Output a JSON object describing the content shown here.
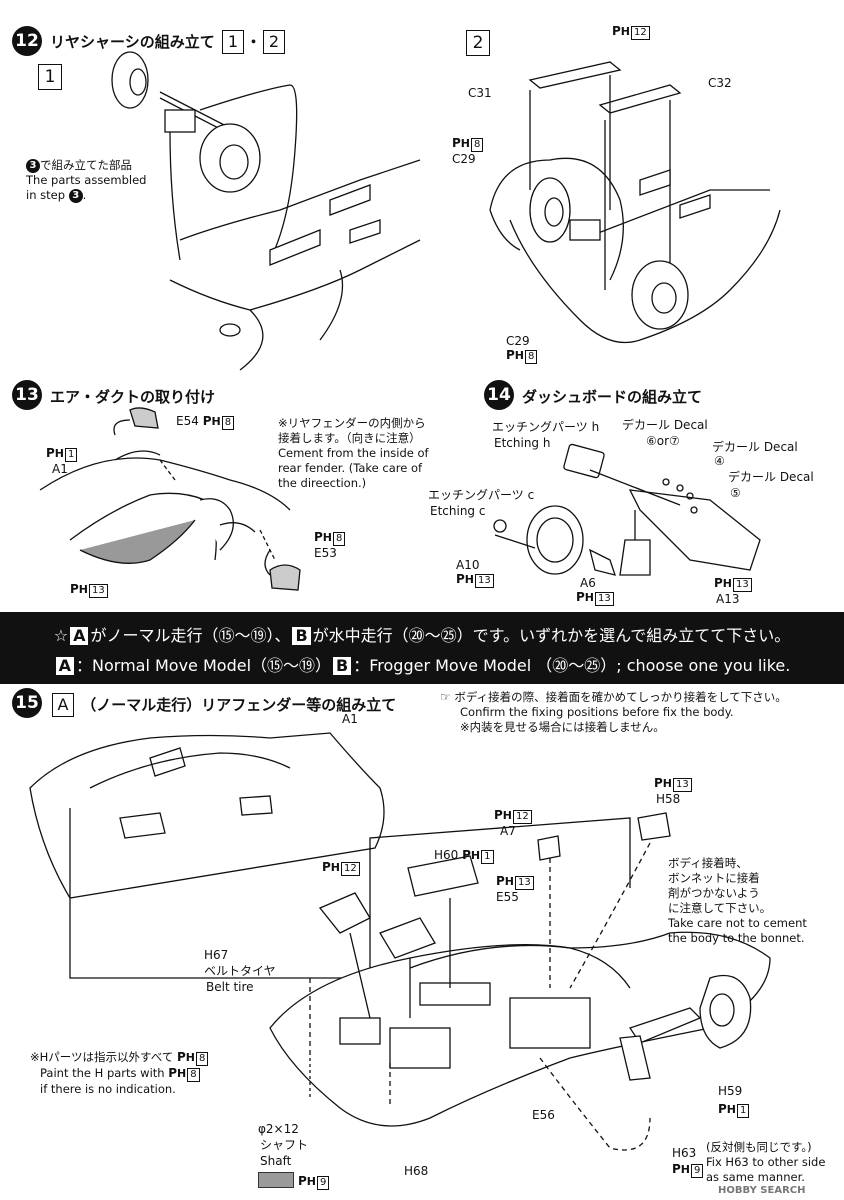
{
  "step12": {
    "num": "12",
    "title": "リヤシャーシの組み立て",
    "refs": [
      "1",
      "2"
    ],
    "sep": "・",
    "panel1": "1",
    "panel2": "2",
    "note_ja": "で組み立てた部品",
    "note_circle": "3",
    "note_en1": "The parts assembled",
    "note_en2": "in step",
    "note_en2_end": ".",
    "labels": {
      "c31": "C31",
      "c32": "C32",
      "c29a": "C29",
      "c29b": "C29",
      "ph12": "12",
      "ph8a": "8",
      "ph8b": "8"
    }
  },
  "step13": {
    "num": "13",
    "title": "エア・ダクトの取り付け",
    "note": [
      "※リヤフェンダーの内側から",
      "接着します。（向きに注意）",
      "Cement from the inside of",
      "rear fender. (Take care of",
      "the direection.)"
    ],
    "labels": {
      "e54": "E54",
      "e53": "E53",
      "a1": "A1",
      "ph1": "1",
      "ph8a": "8",
      "ph8b": "8",
      "ph13": "13"
    }
  },
  "step14": {
    "num": "14",
    "title": "ダッシュボードの組み立て",
    "labels": {
      "etch_h_ja": "エッチングパーツ h",
      "etch_h_en": "Etching h",
      "etch_c_ja": "エッチングパーツ c",
      "etch_c_en": "Etching c",
      "decal1": "デカール Decal",
      "decal2": "デカール Decal",
      "decal3": "デカール Decal",
      "d67": "⑥or⑦",
      "d4": "④",
      "d5": "⑤",
      "a10": "A10",
      "a6": "A6",
      "a13": "A13",
      "ph13a": "13",
      "ph13b": "13",
      "ph13c": "13"
    }
  },
  "banner": {
    "star": "☆",
    "a": "A",
    "b": "B",
    "line1_a": "がノーマル走行（⑮～⑲）、",
    "line1_b": "が水中走行（⑳～㉕）です。いずれかを選んで組み立てて下さい。",
    "line2_a": "：Normal Move Model（⑮～⑲）",
    "line2_b": "：Frogger Move Model （⑳～㉕）; choose one you like."
  },
  "step15": {
    "num": "15",
    "a": "A",
    "title": "（ノーマル走行）リアフェンダー等の組み立て",
    "top_note": [
      "ボディ接着の際、接着面を確かめてしっかり接着をして下さい。",
      "Confirm the fixing positions before fix the body.",
      "※内装を見せる場合には接着しません。"
    ],
    "bonnet_note": [
      "ボディ接着時、",
      "ボンネットに接着",
      "剤がつかないよう",
      "に注意して下さい。",
      "Take care not to cement",
      "the body to the bonnet."
    ],
    "h_note": [
      "※Hパーツは指示以外すべて",
      "Paint the H parts with",
      "if there is no indication."
    ],
    "h63_note": [
      "(反対側も同じです。)",
      "Fix H63 to other side",
      "as same manner."
    ],
    "labels": {
      "a1": "A1",
      "a7": "A7",
      "h60": "H60",
      "h58": "H58",
      "e55": "E55",
      "h67": "H67",
      "belt_ja": "ベルトタイヤ",
      "belt_en": "Belt tire",
      "shaft_size": "φ2×12",
      "shaft_ja": "シャフト",
      "shaft_en": "Shaft",
      "h68": "H68",
      "e56": "E56",
      "h59": "H59",
      "h63": "H63",
      "ph12a": "12",
      "ph12b": "12",
      "ph1a": "1",
      "ph1b": "1",
      "ph13a": "13",
      "ph13b": "13",
      "ph8": "8",
      "ph9a": "9",
      "ph9b": "9"
    }
  },
  "ph_glyph": "P",
  "ph_sub": "H",
  "watermark": "HOBBY SEARCH"
}
